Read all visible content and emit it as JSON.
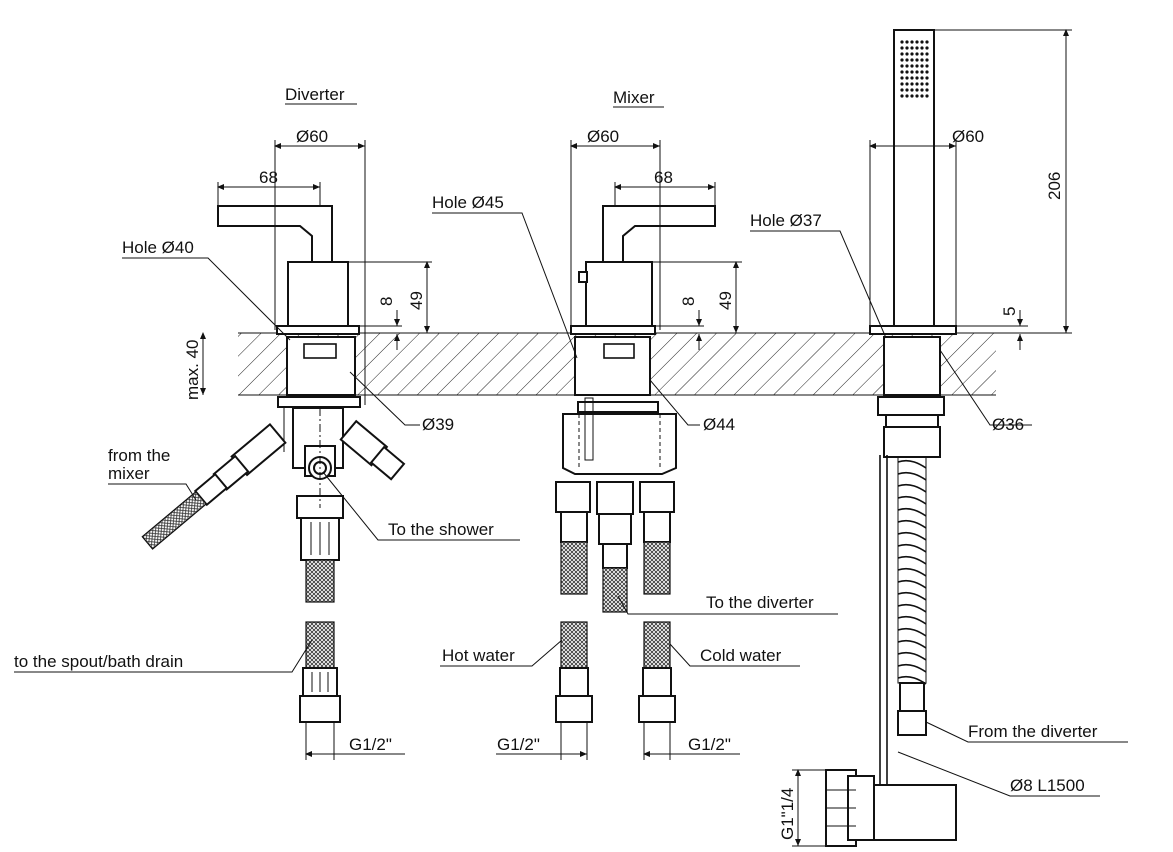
{
  "titles": {
    "diverter": "Diverter",
    "mixer": "Mixer"
  },
  "dimensions": {
    "diverter_diameter": "Ø60",
    "diverter_lever": "68",
    "diverter_hole": "Hole Ø40",
    "diverter_height_8": "8",
    "diverter_height_49": "49",
    "max_thickness": "max. 40",
    "diverter_body": "Ø39",
    "mixer_diameter": "Ø60",
    "mixer_lever": "68",
    "mixer_hole": "Hole Ø45",
    "mixer_height_8": "8",
    "mixer_height_49": "49",
    "mixer_body": "Ø44",
    "shower_diameter": "Ø60",
    "shower_hole": "Hole Ø37",
    "shower_height_206": "206",
    "shower_height_5": "5",
    "shower_body": "Ø36",
    "thread_1": "G1/2\"",
    "thread_2": "G1/2\"",
    "thread_3": "G1/2\"",
    "thread_big": "G1\"1/4",
    "hose": "Ø8 L1500"
  },
  "callouts": {
    "from_mixer_1": "from the",
    "from_mixer_2": "mixer",
    "to_shower": "To the shower",
    "to_spout": "to the spout/bath drain",
    "to_diverter": "To the diverter",
    "hot_water": "Hot water",
    "cold_water": "Cold water",
    "from_diverter": "From the diverter"
  }
}
